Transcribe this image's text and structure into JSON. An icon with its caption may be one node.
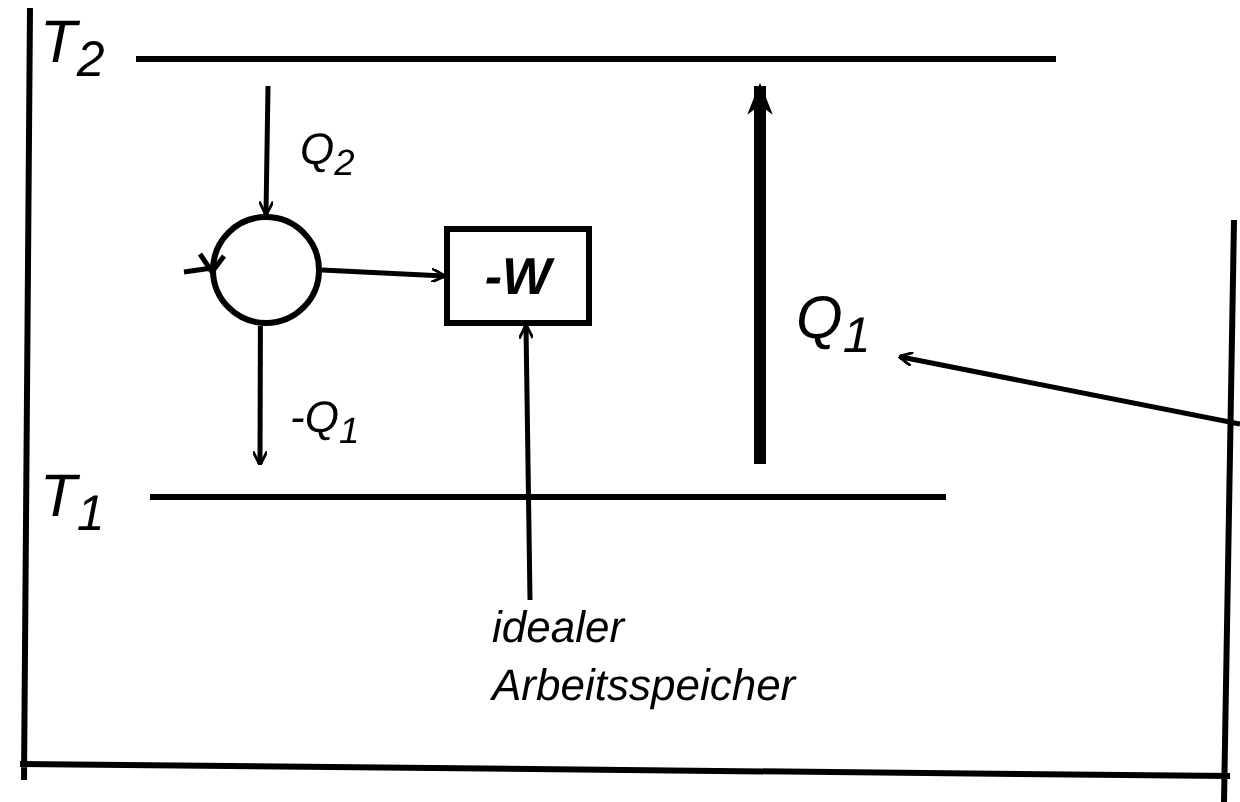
{
  "diagram": {
    "nodes": [
      {
        "text": [
          "T$_{2}$"
        ]
      },
      {
        "text": [
          "T$_{1}$"
        ]
      },
      {
        "text": [],
        "shape": "circle"
      },
      {
        "text": [
          "-W"
        ]
      },
      {
        "text": [
          "idealer Arbeitsspeicher"
        ]
      },
      {
        "text": [
          "Q$_{1}$"
        ]
      }
    ],
    "edges": [
      {
        "from": 0,
        "to": 2,
        "arrow": "to",
        "label": "Q$_{2}$"
      },
      {
        "from": 2,
        "to": 1,
        "arrow": "to",
        "label": "-Q$_{1}$"
      },
      {
        "from": 2,
        "to": 3,
        "arrow": "to"
      },
      {
        "from": 1,
        "to": 0,
        "arrow": "to",
        "style": "thick"
      },
      {
        "from": 4,
        "to": 3,
        "arrow": "to"
      },
      {
        "from": null,
        "to": 5,
        "arrow": "to"
      }
    ]
  }
}
